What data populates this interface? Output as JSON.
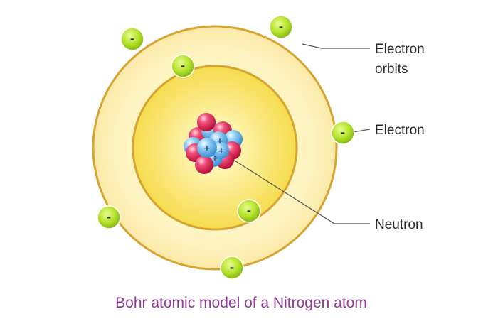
{
  "labels": {
    "electron_orbits_line1": "Electron",
    "electron_orbits_line2": "orbits",
    "electron": "Electron",
    "neutron": "Neutron"
  },
  "caption": "Bohr atomic model of a Nitrogen atom",
  "electron_sign": "-",
  "proton_sign": "+",
  "atom": {
    "element": "Nitrogen",
    "inner_shell_electrons": 2,
    "outer_shell_electrons": 5
  },
  "colors": {
    "orbit_ring": "#d6a431",
    "outer_fill": "#fdf6c8",
    "inner_fill": "#f7e25d",
    "electron": "#a7dc1f",
    "electron_stroke": "#7aa614",
    "proton": "#e21f4f",
    "neutron_particle": "#6db6ec",
    "caption": "#8e3a94",
    "leader_line": "#555555"
  }
}
